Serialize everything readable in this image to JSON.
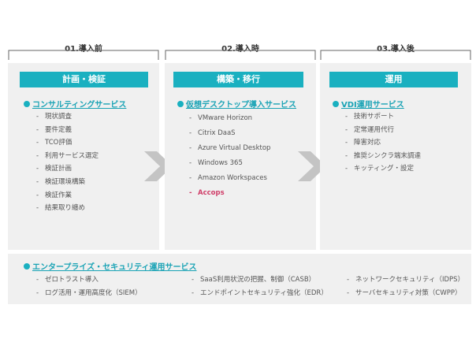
{
  "phases": [
    {
      "label": "01.導入前",
      "banner": "計画・検証",
      "service": "コンサルティングサービス",
      "items": [
        "現状調査",
        "要件定義",
        "TCO評価",
        "利用サービス選定",
        "検証計画",
        "検証環境構築",
        "検証作業",
        "結果取り纏め"
      ]
    },
    {
      "label": "02.導入時",
      "banner": "構築・移行",
      "service": "仮想デスクトップ導入サービス",
      "items": [
        "VMware Horizon",
        "Citrix DaaS",
        "Azure Virtual Desktop",
        "Windows 365",
        "Amazon Workspaces",
        "Accops"
      ]
    },
    {
      "label": "03.導入後",
      "banner": "運用",
      "service": "VDI運用サービス",
      "items": [
        "技術サポート",
        "定常運用代行",
        "障害対応",
        "推奨シンクラ端末調達",
        "キッティング・設定"
      ]
    }
  ],
  "bottom": {
    "service": "エンタープライズ・セキュリティ運用サービス",
    "col1": [
      "ゼロトラスト導入",
      "ログ活用・運用高度化（SIEM）"
    ],
    "col2": [
      "SaaS利用状況の把握、制御（CASB）",
      "エンドポイントセキュリティ強化（EDR）"
    ],
    "col3": [
      "ネットワークセキュリティ（IDPS）",
      "サーバセキュリティ対策（CWPP）"
    ]
  },
  "colors": {
    "accent": "#1ab0c0",
    "highlight": "#d0406a",
    "panel": "#f0f0f0",
    "chevron": "#c4c4c4"
  }
}
